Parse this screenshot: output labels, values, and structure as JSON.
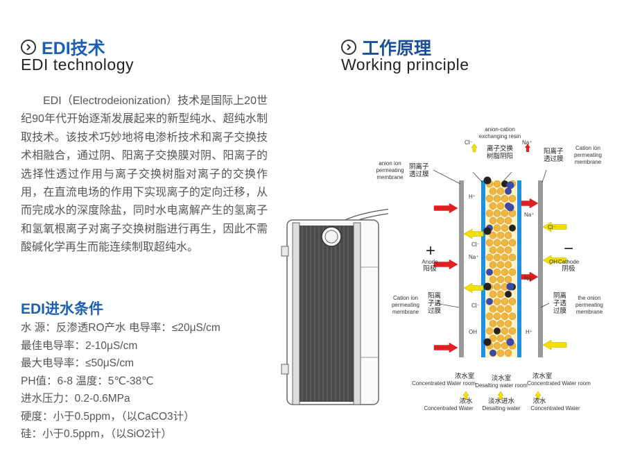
{
  "edi": {
    "title_cn": "EDI技术",
    "title_en": "EDI  technology",
    "intro": "EDI（Electrodeionization）技术是国际上20世纪90年代开始逐渐发展起来的新型纯水、超纯水制取技术。该技术巧妙地将电渗析技术和离子交换技术相融合，通过阴、阳离子交换膜对阴、阳离子的选择性透过作用与离子交换树脂对离子的交换作用，在直流电场的作用下实现离子的定向迁移，从而完成水的深度除盐，同时水电离解产生的氢离子和氢氧根离子对离子交换树脂进行再生，因此不需酸碱化学再生而能连续制取超纯水。"
  },
  "conditions": {
    "title": "EDI进水条件",
    "items": [
      "水  源：反渗透RO产水  电导率：≤20μS/cm",
      "最佳电导率：2-10μS/cm",
      "最大电导率：≤50μS/cm",
      "PH值：6-8  温度：5℃-38℃",
      "进水压力：0.2-0.6MPa",
      "硬度：小于0.5ppm，（以CaCO3计）",
      "硅：小于0.5ppm，（以SiO2计）"
    ]
  },
  "principle": {
    "title_cn": "工作原理",
    "title_en": "Working principle"
  },
  "diagram": {
    "resin_en": "anion-cation\nexchanging resin",
    "resin_cn": "离子交换\n树脂阴阳",
    "cl_top": "Cl⁻",
    "na_top": "Na⁺",
    "anion_mem_en": "anion ion\npermeating\nmembrane",
    "anion_mem_cn": "阴离子\n透过膜",
    "cation_mem_cn_top": "阳离子\n透过膜",
    "cation_mem_en_top": "Cation ion\npermeating\nmembrane",
    "anode_sign": "+",
    "anode_en": "Anode",
    "anode_cn": "阳极",
    "cathode_sign": "−",
    "cathode_en": "Cathode",
    "cathode_cn": "阴极",
    "cation_mem_en_bottom": "Cation ion\npermeating\nmembrane",
    "cation_mem_cn_bottom": "阳离\n子透\n过膜",
    "anion_mem_cn_bottom": "阴离\n子透\n过膜",
    "onion_mem_en": "the onion\npermeating\nmembrane",
    "h_plus": "H⁺",
    "na_plus": "Na⁺",
    "cl_minus": "Cl⁻",
    "oh_minus": "OH",
    "conc_room_cn": "浓水室",
    "conc_room_en": "Concentrated Water room",
    "desal_room_cn": "淡水室",
    "desal_room_en": "Desalting water room",
    "conc_water_cn": "浓水",
    "conc_water_en": "Concentrated Water",
    "desal_in_cn": "淡水进水",
    "desal_in_en": "Desalting water"
  },
  "colors": {
    "accent_blue": "#1a5fb4",
    "red_arrow": "#e02020",
    "yellow_arrow": "#f2e000",
    "resin_bead": "#f0b640",
    "membrane_gray": "#9a9a9a",
    "membrane_blue": "#1f8fe0"
  }
}
